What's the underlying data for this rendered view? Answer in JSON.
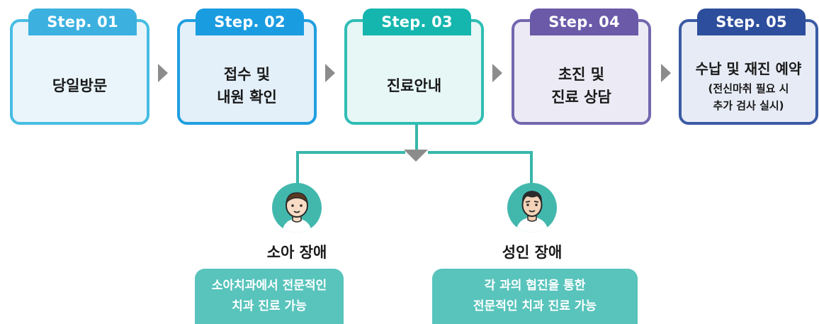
{
  "steps": [
    {
      "tab": "Step. 01",
      "lines": [
        "당일방문"
      ],
      "sub": [],
      "tab_color": "#3cb1e0",
      "border_color": "#47bde3",
      "bg_color": "#e9f5fb"
    },
    {
      "tab": "Step. 02",
      "lines": [
        "접수 및",
        "내원 확인"
      ],
      "sub": [],
      "tab_color": "#1a9ce0",
      "border_color": "#1f9fe0",
      "bg_color": "#e3eff9"
    },
    {
      "tab": "Step. 03",
      "lines": [
        "진료안내"
      ],
      "sub": [],
      "tab_color": "#14b6ae",
      "border_color": "#2fbdb4",
      "bg_color": "#e7f7f6"
    },
    {
      "tab": "Step. 04",
      "lines": [
        "초진 및",
        "진료 상담"
      ],
      "sub": [],
      "tab_color": "#6a5aa8",
      "border_color": "#7466af",
      "bg_color": "#eceaf4"
    },
    {
      "tab": "Step. 05",
      "lines": [
        "수납 및 재진 예약"
      ],
      "sub": [
        "(전신마취 필요 시",
        "추가 검사 실시)"
      ],
      "tab_color": "#2d4e9c",
      "border_color": "#3a5aa4",
      "bg_color": "#e7ebf5"
    }
  ],
  "cases": {
    "child": {
      "title": "소아 장애",
      "box_lines": [
        "소아치과에서 전문적인",
        "치과 진료 가능"
      ],
      "avatar_icon": "child-face-icon"
    },
    "adult": {
      "title": "성인 장애",
      "box_lines": [
        "각 과의 협진을 통한",
        "전문적인 치과 진료 가능"
      ],
      "avatar_icon": "adult-face-icon"
    }
  },
  "colors": {
    "arrow": "#8c8c8c",
    "connector": "#38b6aa",
    "case_box": "#58c4bc",
    "avatar_bg": "#42b8ad"
  }
}
